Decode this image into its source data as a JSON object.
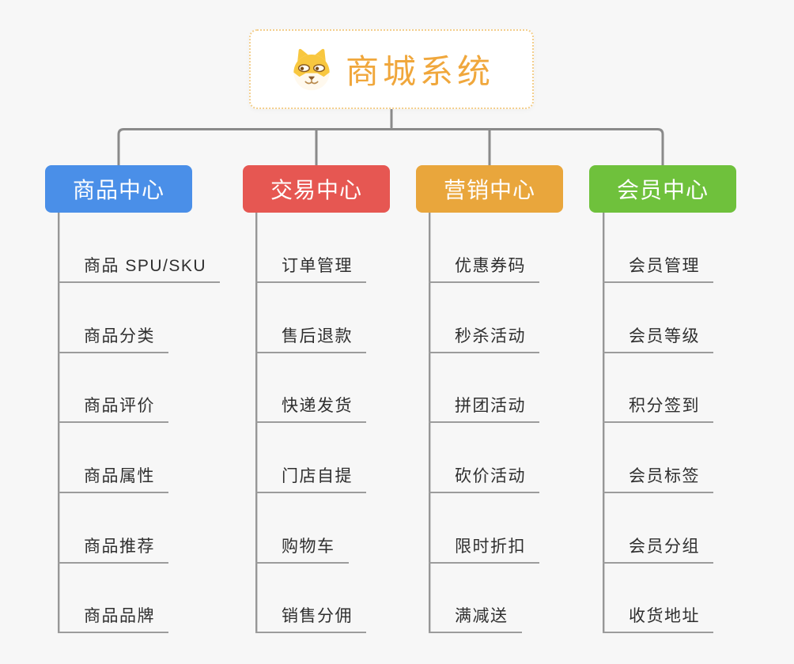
{
  "root": {
    "title": "商城系统",
    "icon": "shiba-dog-icon"
  },
  "branches": [
    {
      "label": "商品中心",
      "color": "#4A8FE8",
      "items": [
        "商品 SPU/SKU",
        "商品分类",
        "商品评价",
        "商品属性",
        "商品推荐",
        "商品品牌"
      ]
    },
    {
      "label": "交易中心",
      "color": "#E65752",
      "items": [
        "订单管理",
        "售后退款",
        "快递发货",
        "门店自提",
        "购物车",
        "销售分佣"
      ]
    },
    {
      "label": "营销中心",
      "color": "#E9A63C",
      "items": [
        "优惠券码",
        "秒杀活动",
        "拼团活动",
        "砍价活动",
        "限时折扣",
        "满减送"
      ]
    },
    {
      "label": "会员中心",
      "color": "#6FC13C",
      "items": [
        "会员管理",
        "会员等级",
        "积分签到",
        "会员标签",
        "会员分组",
        "收货地址"
      ]
    }
  ],
  "colors": {
    "background": "#F7F7F7",
    "root_title": "#F0A73C",
    "root_border": "#F3CE8C",
    "connector_line": "#8A8A8A",
    "leaf_underline": "#9C9C9C",
    "leaf_text": "#2F2F2F"
  }
}
